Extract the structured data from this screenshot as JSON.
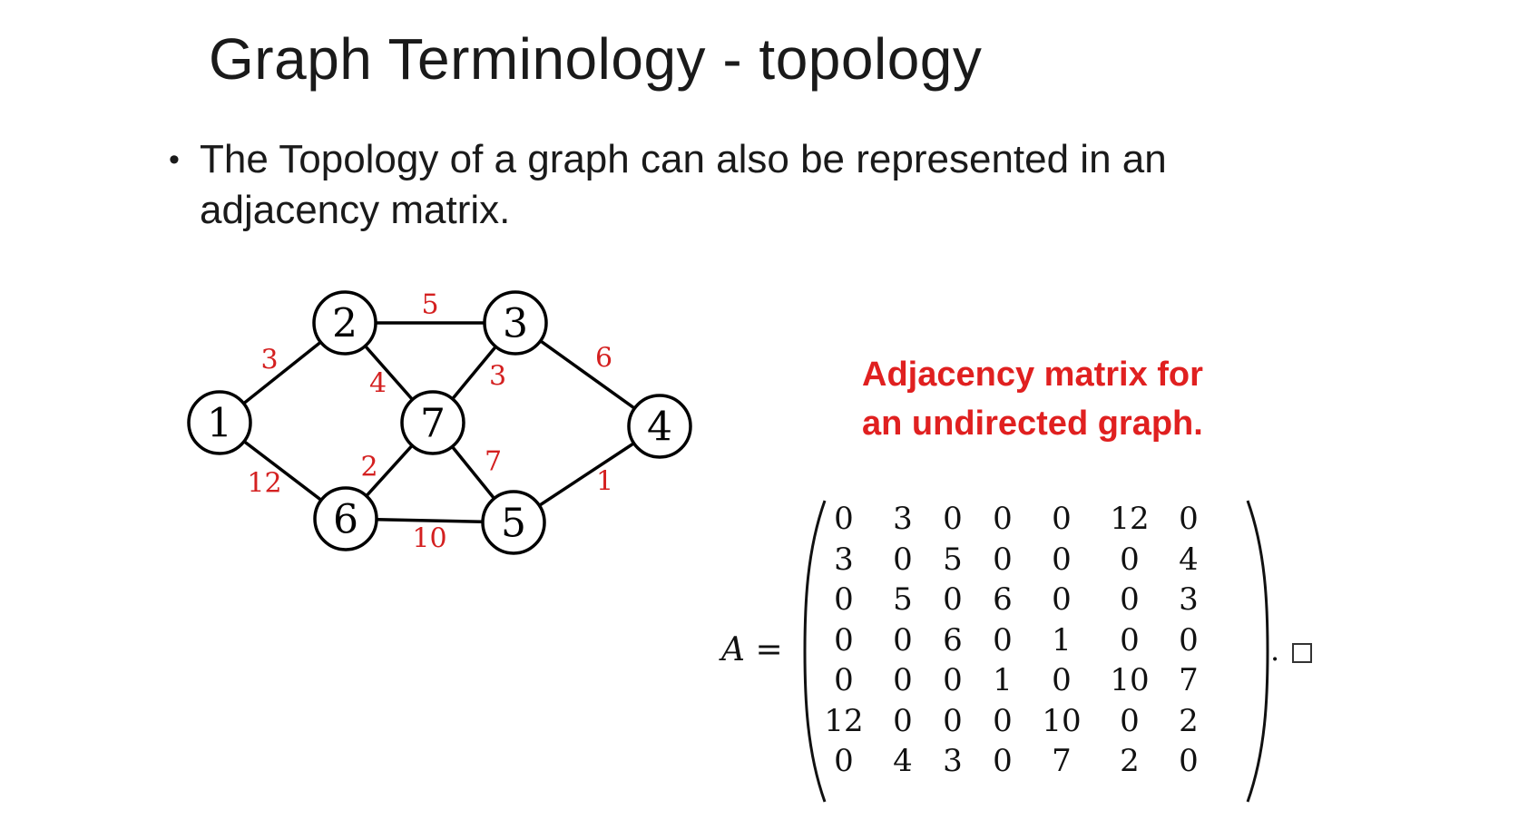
{
  "slide": {
    "title": "Graph Terminology - topology",
    "bullet_symbol": "•",
    "bullet_text": "The Topology of a graph can also be represented in an adjacency matrix."
  },
  "graph": {
    "nodes": [
      {
        "id": "1",
        "label": "1"
      },
      {
        "id": "2",
        "label": "2"
      },
      {
        "id": "3",
        "label": "3"
      },
      {
        "id": "4",
        "label": "4"
      },
      {
        "id": "5",
        "label": "5"
      },
      {
        "id": "6",
        "label": "6"
      },
      {
        "id": "7",
        "label": "7"
      }
    ],
    "edges": [
      {
        "from": "1",
        "to": "2",
        "weight": "3"
      },
      {
        "from": "1",
        "to": "6",
        "weight": "12"
      },
      {
        "from": "2",
        "to": "3",
        "weight": "5"
      },
      {
        "from": "2",
        "to": "7",
        "weight": "4"
      },
      {
        "from": "3",
        "to": "7",
        "weight": "3"
      },
      {
        "from": "3",
        "to": "4",
        "weight": "6"
      },
      {
        "from": "6",
        "to": "7",
        "weight": "2"
      },
      {
        "from": "7",
        "to": "5",
        "weight": "7"
      },
      {
        "from": "6",
        "to": "5",
        "weight": "10"
      },
      {
        "from": "5",
        "to": "4",
        "weight": "1"
      }
    ],
    "colors": {
      "edge": "#000000",
      "weight": "#d42020"
    }
  },
  "caption": {
    "line1": "Adjacency matrix for",
    "line2": "an undirected graph.",
    "color": "#e02020"
  },
  "matrix": {
    "lhs_var": "A",
    "lhs_eq": "=",
    "rows": [
      [
        "0",
        "3",
        "0",
        "0",
        "0",
        "12",
        "0"
      ],
      [
        "3",
        "0",
        "5",
        "0",
        "0",
        "0",
        "4"
      ],
      [
        "0",
        "5",
        "0",
        "6",
        "0",
        "0",
        "3"
      ],
      [
        "0",
        "0",
        "6",
        "0",
        "1",
        "0",
        "0"
      ],
      [
        "0",
        "0",
        "0",
        "1",
        "0",
        "10",
        "7"
      ],
      [
        "12",
        "0",
        "0",
        "0",
        "10",
        "0",
        "2"
      ],
      [
        "0",
        "4",
        "3",
        "0",
        "7",
        "2",
        "0"
      ]
    ],
    "tail": "."
  }
}
